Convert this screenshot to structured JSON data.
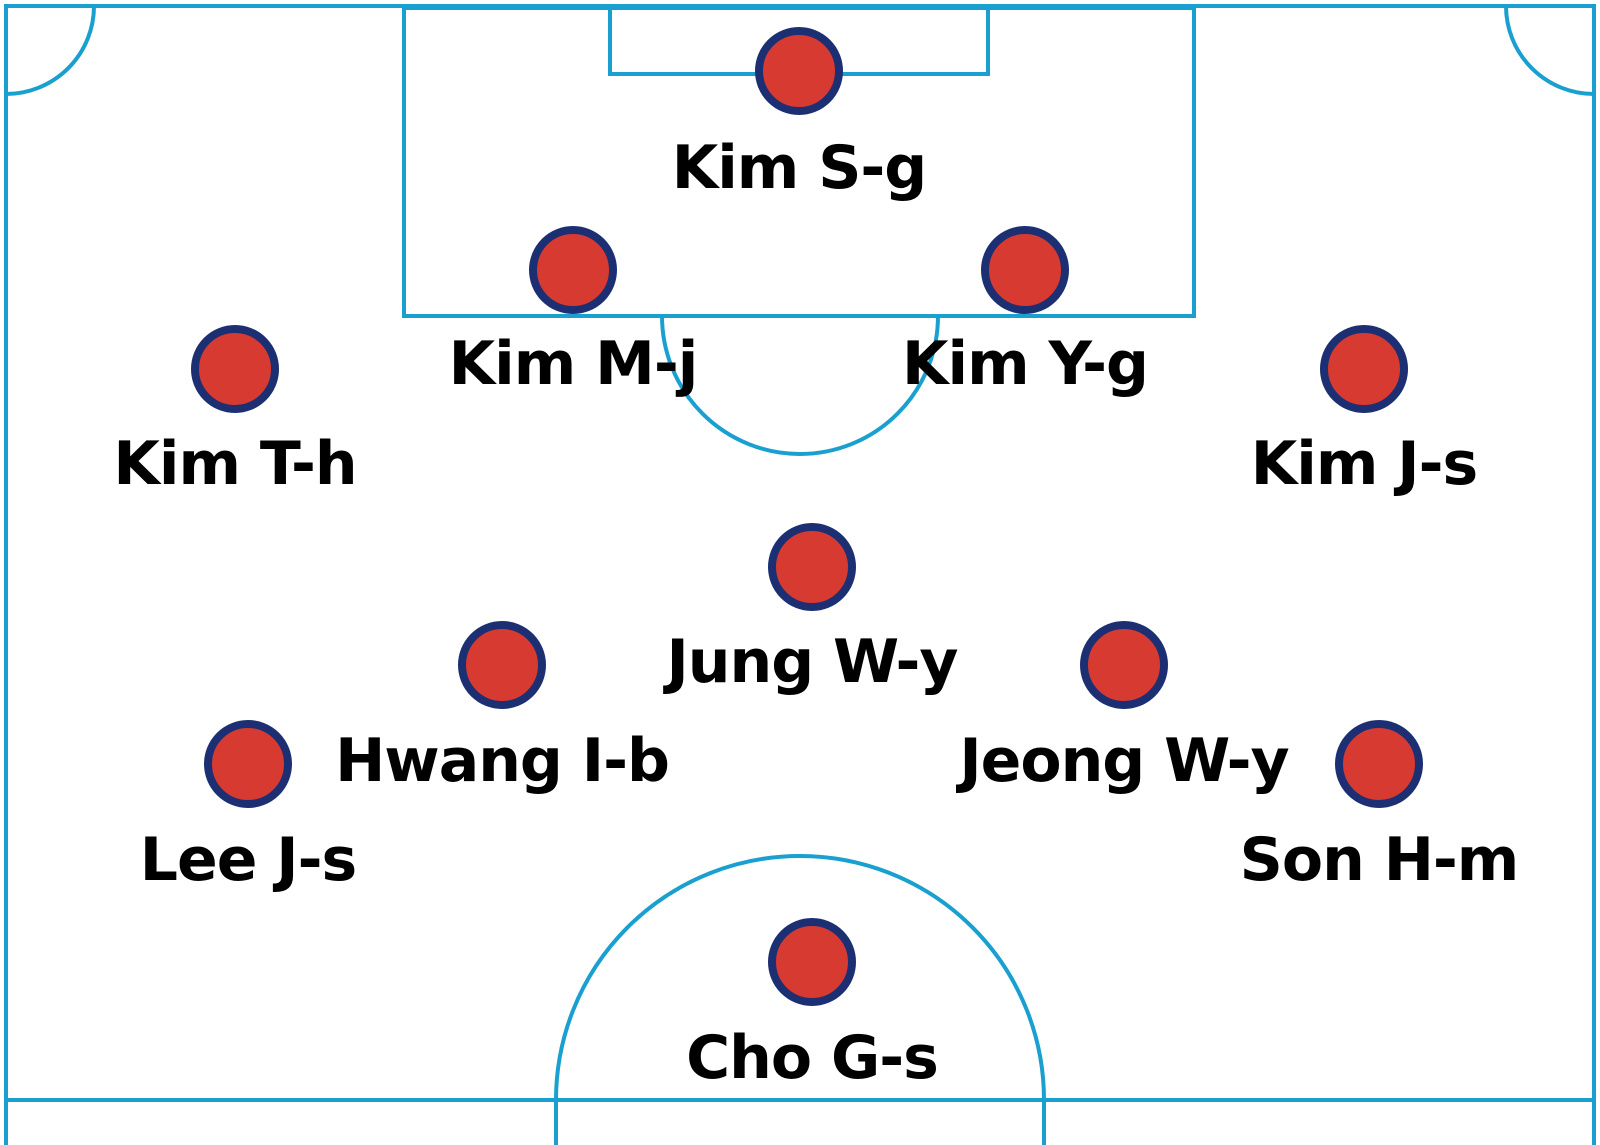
{
  "colors": {
    "pitch_line": "#1aa0d0",
    "marker_fill": "#d73a30",
    "marker_ring": "#1c2f72",
    "label": "#000000",
    "background": "#ffffff"
  },
  "players": [
    {
      "id": "kim-s-g",
      "name": "Kim S-g"
    },
    {
      "id": "kim-m-j",
      "name": "Kim M-j"
    },
    {
      "id": "kim-y-g",
      "name": "Kim Y-g"
    },
    {
      "id": "kim-t-h",
      "name": "Kim T-h"
    },
    {
      "id": "kim-j-s",
      "name": "Kim J-s"
    },
    {
      "id": "jung-w-y",
      "name": "Jung W-y"
    },
    {
      "id": "hwang-i-b",
      "name": "Hwang I-b"
    },
    {
      "id": "jeong-w-y",
      "name": "Jeong W-y"
    },
    {
      "id": "lee-j-s",
      "name": "Lee J-s"
    },
    {
      "id": "son-h-m",
      "name": "Son H-m"
    },
    {
      "id": "cho-g-s",
      "name": "Cho G-s"
    }
  ]
}
